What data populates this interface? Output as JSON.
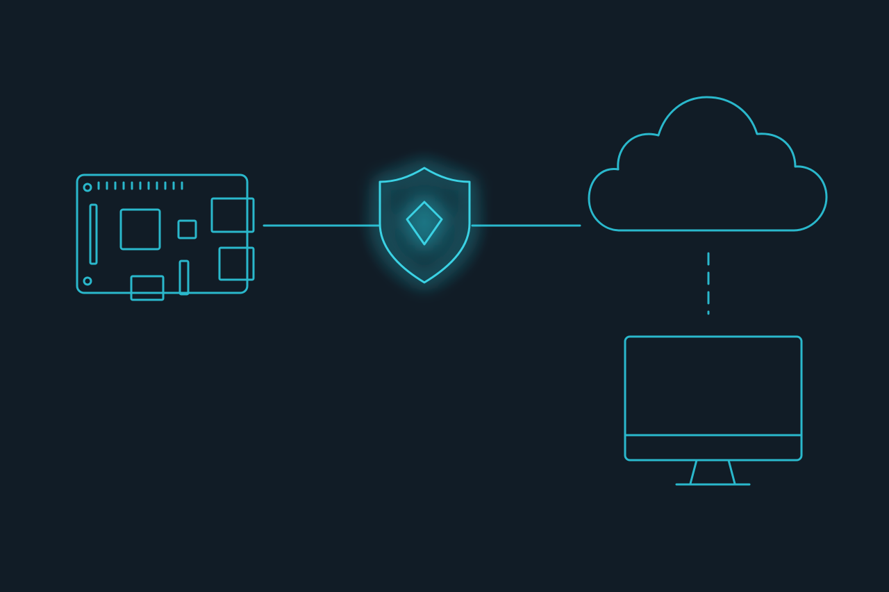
{
  "diagram": {
    "background": "#111c26",
    "stroke_color": "#2ab8cc",
    "glow_color": "#27d3e8",
    "nodes": [
      {
        "id": "board",
        "icon": "circuit-board-icon"
      },
      {
        "id": "shield",
        "icon": "shield-icon"
      },
      {
        "id": "cloud",
        "icon": "cloud-icon"
      },
      {
        "id": "monitor",
        "icon": "monitor-icon"
      }
    ],
    "connections": [
      {
        "from": "board",
        "to": "shield",
        "style": "solid"
      },
      {
        "from": "shield",
        "to": "cloud",
        "style": "solid"
      },
      {
        "from": "cloud",
        "to": "monitor",
        "style": "dashed"
      }
    ]
  }
}
